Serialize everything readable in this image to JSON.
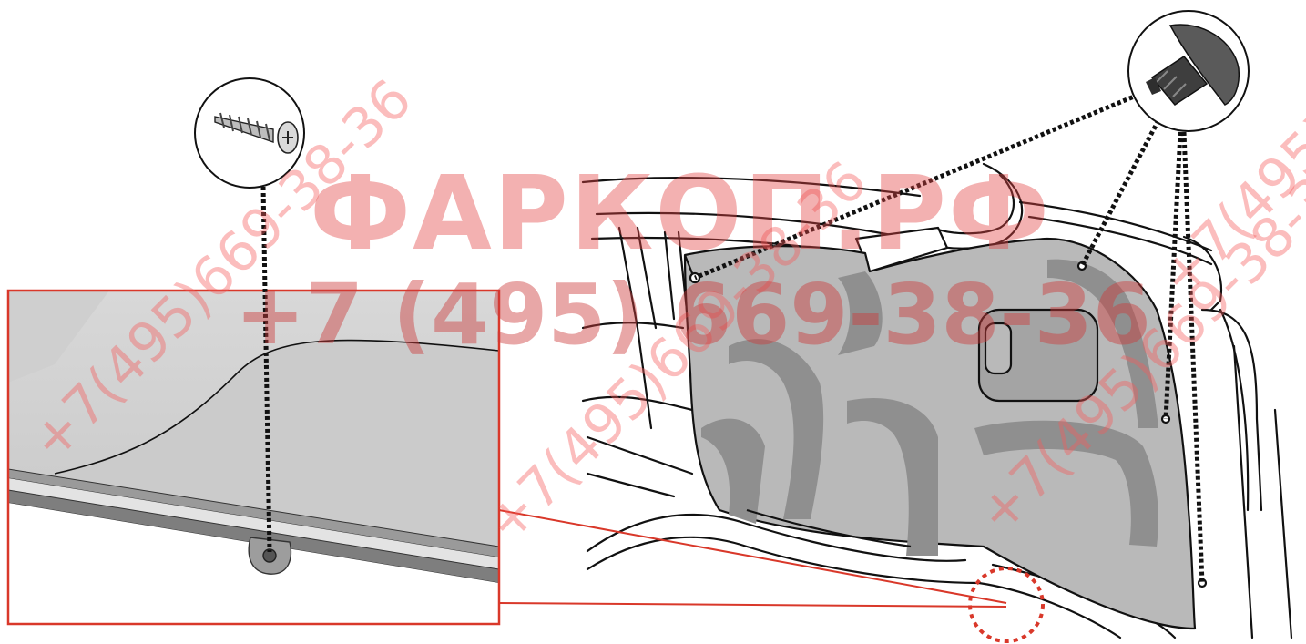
{
  "watermark": {
    "title": "ФАРКОП.РФ",
    "phone": "+7 (495) 669-38-36",
    "diagonal_1": "+7(495)669-38-36",
    "diagonal_2": "+7(495)669-38-36",
    "diagonal_3": "+7(495)669-38-36",
    "diagonal_4": "+7(495)669-38"
  },
  "colors": {
    "accent_red": "#d9382a",
    "trim_gray": "#b8b8b8",
    "trim_dark": "#8d8d8d",
    "line": "#111111"
  },
  "parts": {
    "screw": "screw-icon",
    "clip": "push-clip-icon"
  }
}
